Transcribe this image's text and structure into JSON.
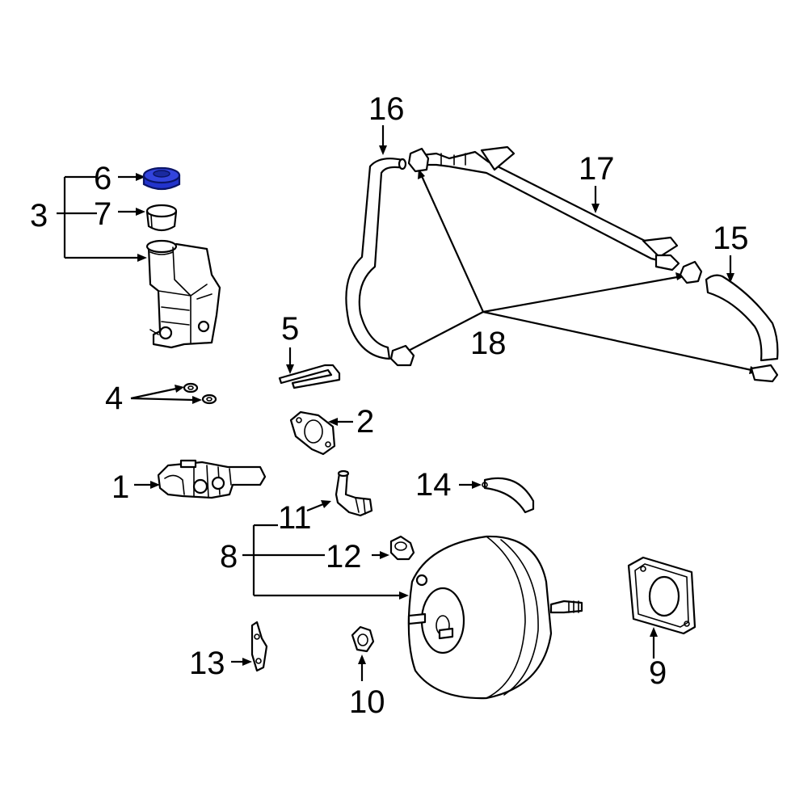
{
  "diagram": {
    "callouts": {
      "c1": "1",
      "c2": "2",
      "c3": "3",
      "c4": "4",
      "c5": "5",
      "c6": "6",
      "c7": "7",
      "c8": "8",
      "c9": "9",
      "c10": "10",
      "c11": "11",
      "c12": "12",
      "c13": "13",
      "c14": "14",
      "c15": "15",
      "c16": "16",
      "c17": "17",
      "c18": "18"
    },
    "highlighted_part": "6",
    "colors": {
      "line": "#000000",
      "background": "#ffffff",
      "highlight_fill": "#2233cc",
      "highlight_stroke": "#0a1466"
    }
  }
}
